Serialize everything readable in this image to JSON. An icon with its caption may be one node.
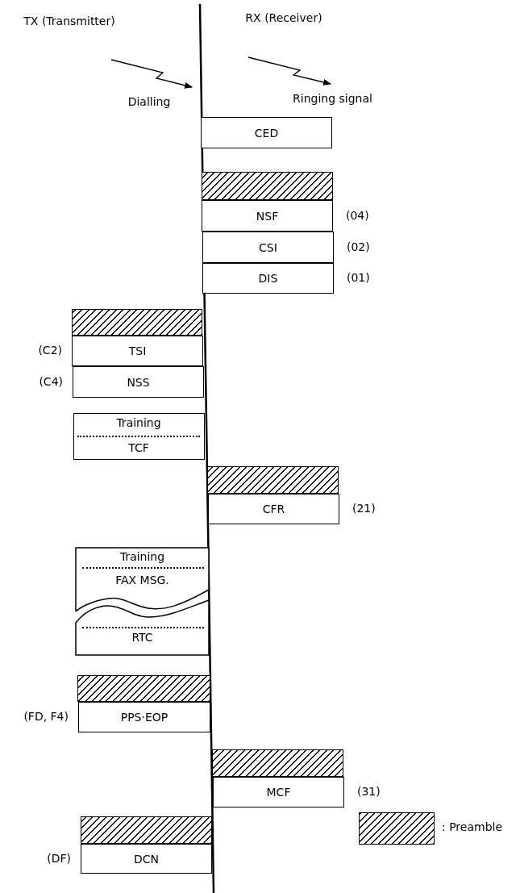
{
  "diagram": {
    "nodes": [
      {
        "text": [
          "CED"
        ]
      },
      {
        "text": [],
        "shape": "box"
      },
      {
        "text": [
          "NSF"
        ],
        "beside": [
          "(04)"
        ]
      },
      {
        "text": [
          "CSI"
        ],
        "beside": [
          "(02)"
        ]
      },
      {
        "text": [
          "DIS"
        ],
        "beside": [
          "(01)"
        ]
      },
      {
        "text": [],
        "shape": "box"
      },
      {
        "text": [
          "TSI"
        ],
        "beside": [
          "(C2)"
        ]
      },
      {
        "text": [
          "NSS"
        ],
        "beside": [
          "(C4)"
        ]
      },
      {
        "text": [
          "Training",
          "TCF"
        ]
      },
      {
        "text": [],
        "shape": "box"
      },
      {
        "text": [
          "CFR"
        ],
        "beside": [
          "(21)"
        ]
      },
      {
        "text": [
          "Training",
          "FAX MSG.",
          "RTC"
        ]
      },
      {
        "text": [],
        "shape": "box"
      },
      {
        "text": [
          "PPS·EOP"
        ],
        "beside": [
          "(FD, F4)"
        ]
      },
      {
        "text": [],
        "shape": "box"
      },
      {
        "text": [
          "MCF"
        ],
        "beside": [
          "(31)"
        ]
      },
      {
        "text": [],
        "shape": "box"
      },
      {
        "text": [
          "DCN"
        ],
        "beside": [
          "(DF)"
        ]
      }
    ],
    "labels": [
      "TX (Transmitter)",
      "RX (Receiver)",
      "Dialling",
      "Ringing signal"
    ],
    "legend": [
      {
        "text": ": Preamble"
      }
    ]
  }
}
